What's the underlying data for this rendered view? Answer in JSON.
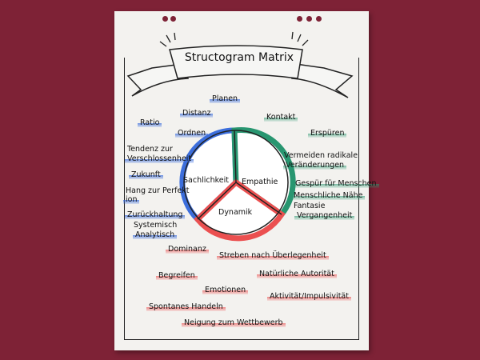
{
  "title": "Structogram Matrix",
  "segments": {
    "sachlichkeit": "Sachlichkeit",
    "empathie": "Empathie",
    "dynamik": "Dynamik"
  },
  "blue": [
    "Planen",
    "Distanz",
    "Ratio",
    "Ordnen",
    "Tendenz zur",
    "Verschlossenheit",
    "Zukunft",
    "Hang zur Perfekt",
    "ion",
    "Zurückhaltung",
    "Systemisch",
    "Analytisch"
  ],
  "green": [
    "Kontakt",
    "Erspüren",
    "Vermeiden radikale",
    "Veränderungen",
    "Gespür für Menschen",
    "Menschliche Nähe",
    "Fantasie",
    "Vergangenheit"
  ],
  "red": [
    "Dominanz",
    "Streben nach Überlegenheit",
    "Begreifen",
    "Natürliche Autorität",
    "Emotionen",
    "Aktivität/Impulsivität",
    "Spontanes Handeln",
    "Neigung zum Wettbewerb"
  ],
  "colors": {
    "background": "#7e2236",
    "blue": "#3c6edc",
    "green": "#289670",
    "red": "#eb5050"
  }
}
